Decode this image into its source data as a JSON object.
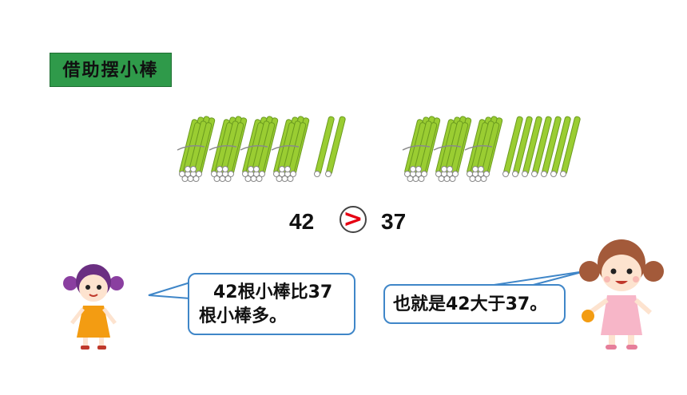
{
  "title": "借助摆小棒",
  "comparison": {
    "left": "42",
    "operator": ">",
    "right": "37"
  },
  "bubble_left": {
    "line1": "42根小棒比37",
    "line2": "根小棒多。"
  },
  "bubble_right": {
    "text": "也就是42大于37。"
  },
  "bundles_left": {
    "tens": 4,
    "ones": 2
  },
  "bundles_right": {
    "tens": 3,
    "ones": 7
  },
  "colors": {
    "title_bg": "#2f9a4a",
    "stick": "#9acd32",
    "operator": "#e60012",
    "bubble_border": "#3f86c8"
  }
}
